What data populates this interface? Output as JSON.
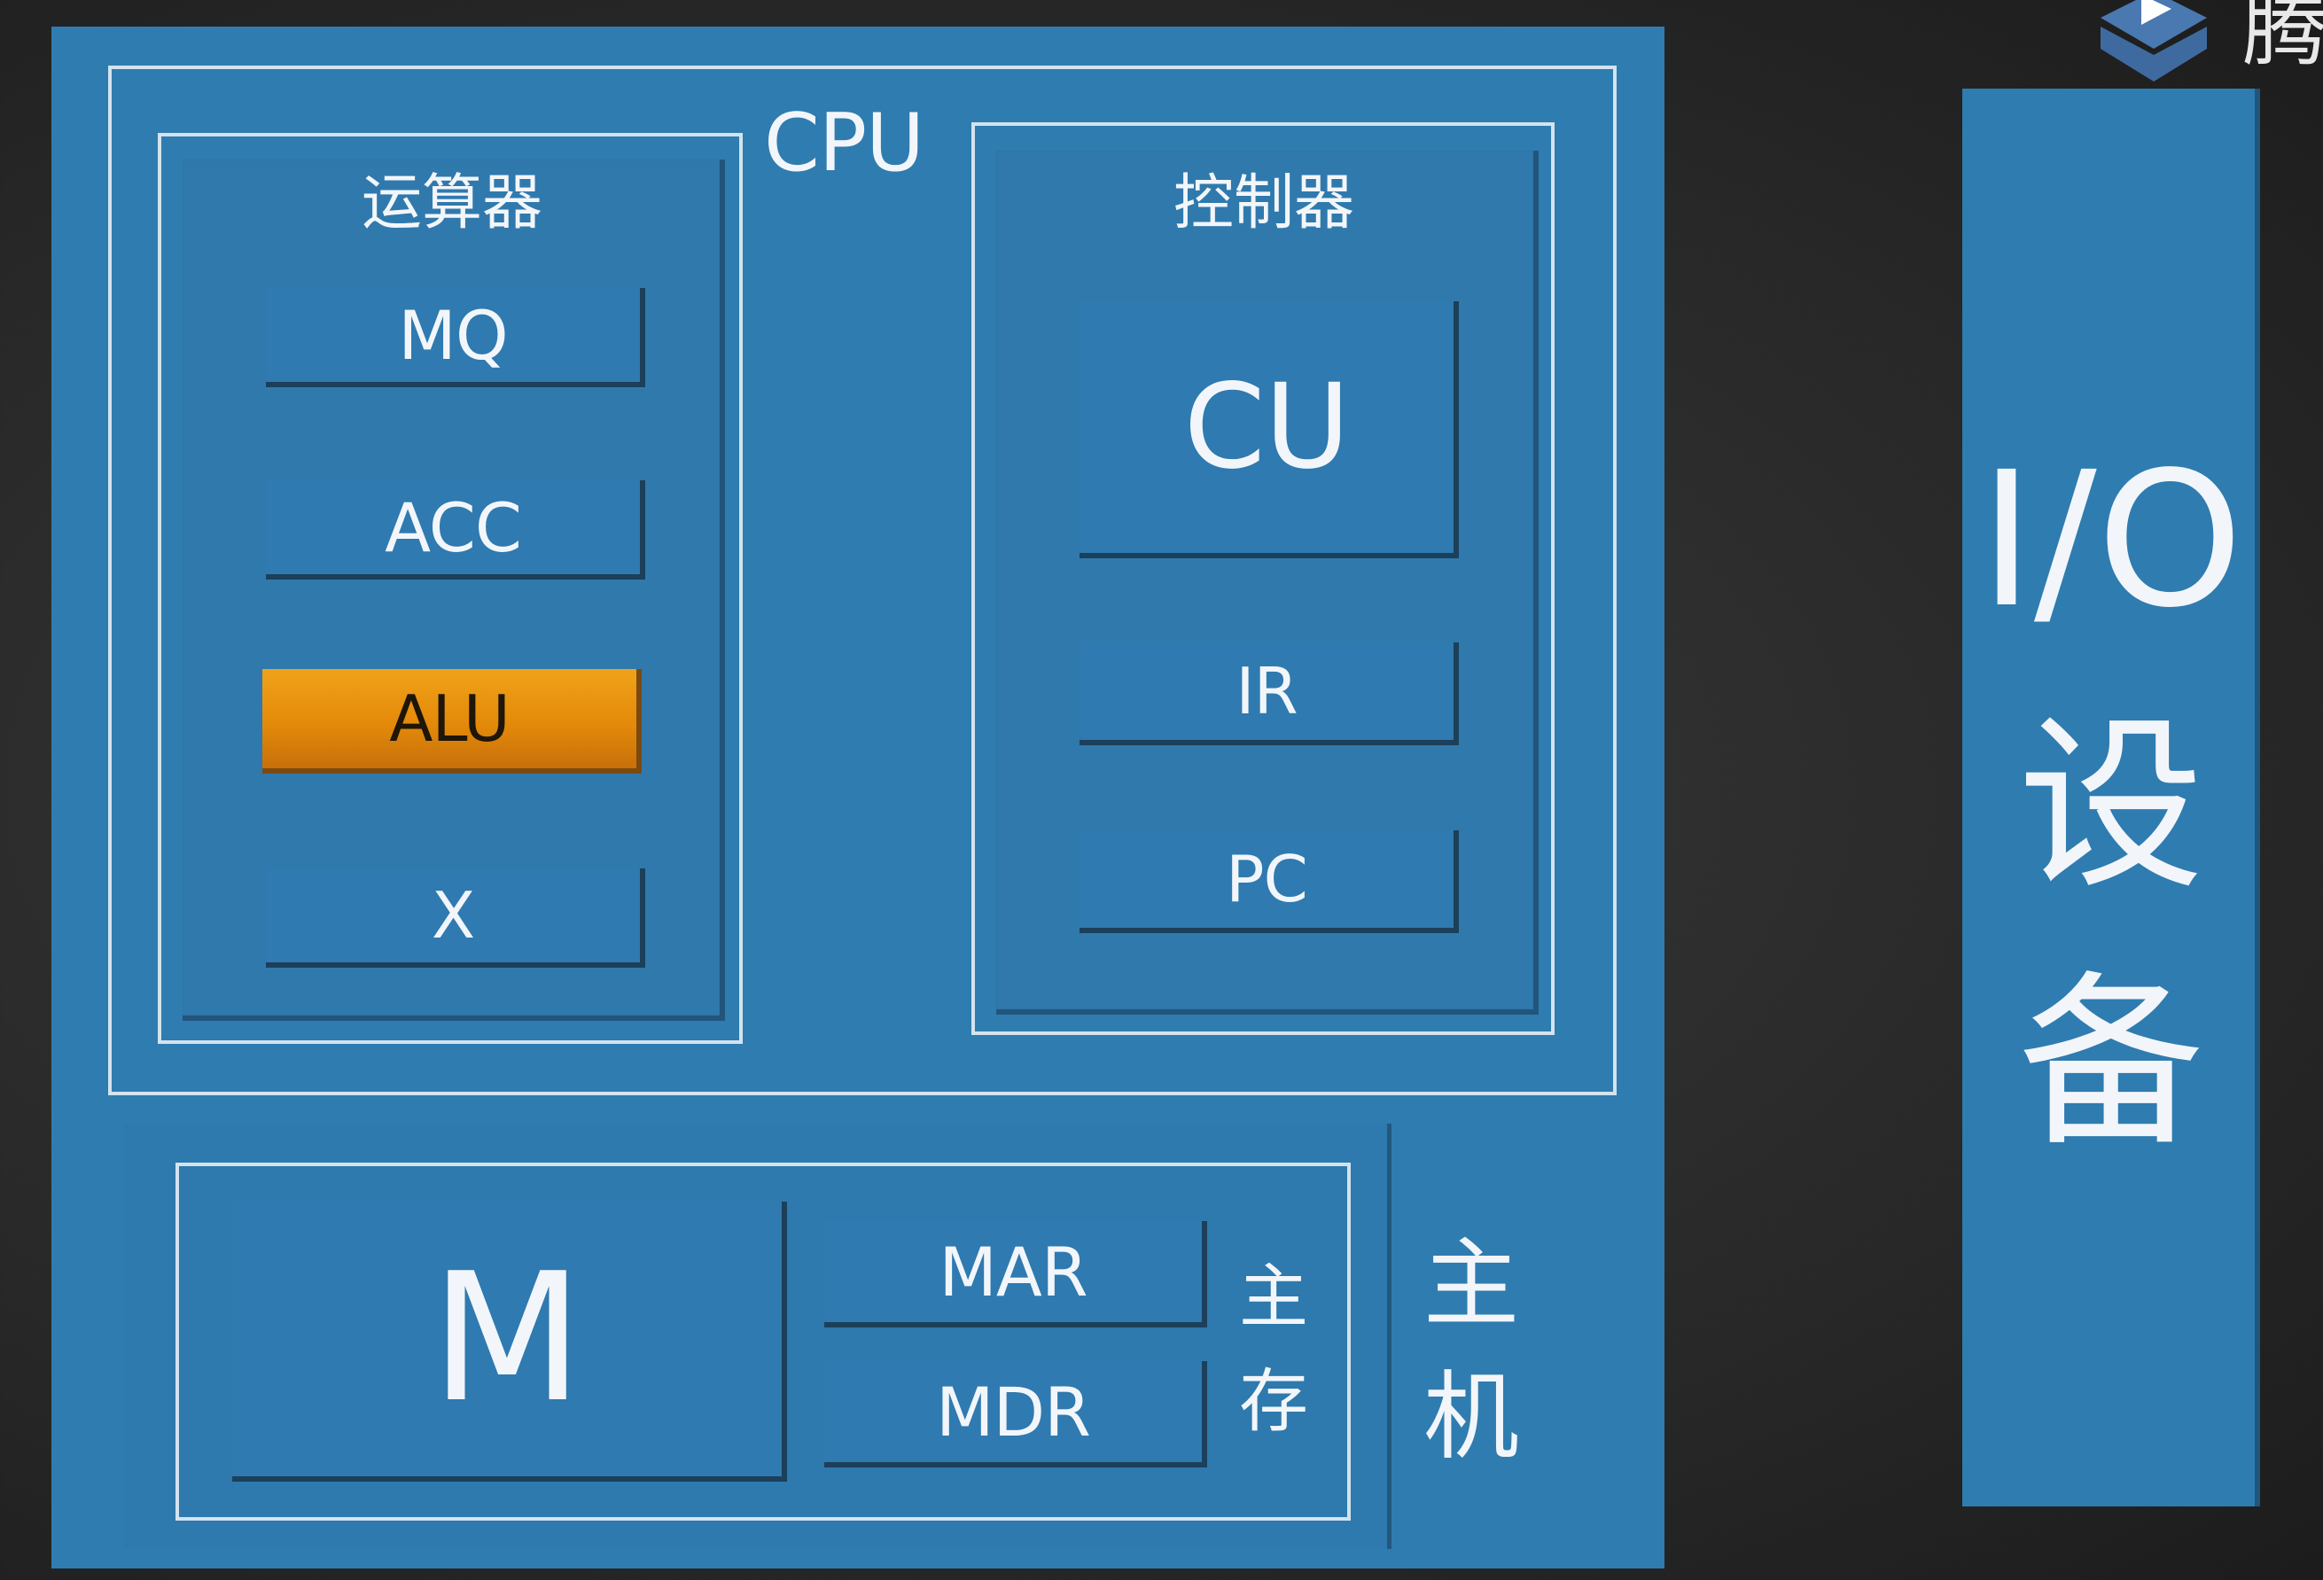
{
  "cpu": {
    "title": "CPU",
    "alu_unit": {
      "title": "运算器",
      "registers": [
        "MQ",
        "ACC",
        "ALU",
        "X"
      ]
    },
    "control_unit": {
      "title": "控制器",
      "registers": [
        "CU",
        "IR",
        "PC"
      ]
    }
  },
  "memory": {
    "label": "M",
    "mar": "MAR",
    "mdr": "MDR",
    "title_chars": [
      "主",
      "存"
    ]
  },
  "host": {
    "title_chars": [
      "主",
      "机"
    ]
  },
  "io": {
    "line1": "I/O",
    "chars": [
      "设",
      "备"
    ]
  },
  "watermark": {
    "text": "腾"
  },
  "colors": {
    "panel": "#2f7cb0",
    "alu": "#e8900e",
    "outline": "#d4e3ee"
  }
}
